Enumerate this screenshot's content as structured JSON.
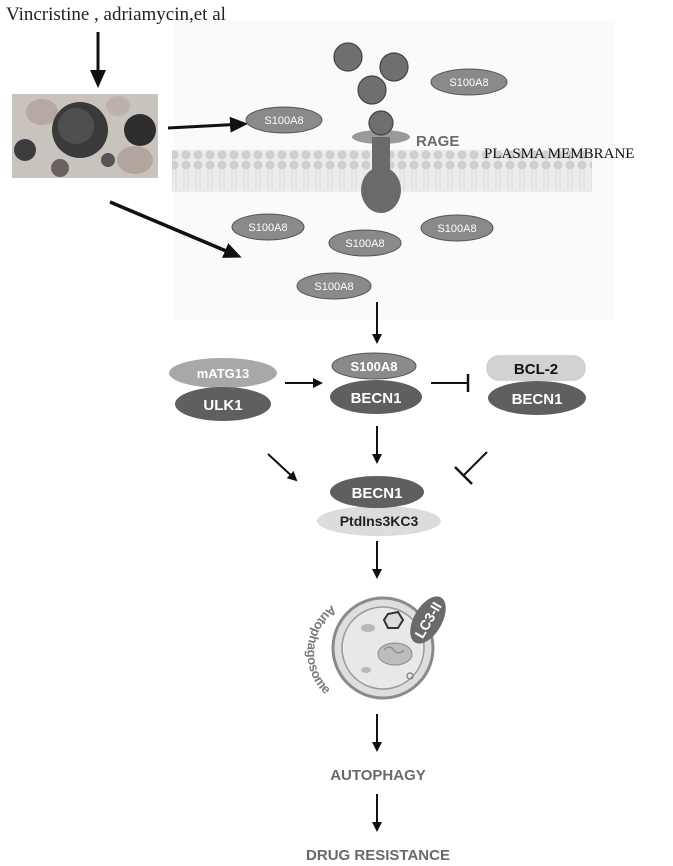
{
  "diagram": {
    "drug_label": "Vincristine , adriamycin,et al",
    "membrane_label": "PLASMA MEMBRANE",
    "receptor_label": "RAGE",
    "extracellular_s100a8": [
      "S100A8",
      "S100A8"
    ],
    "intracellular_s100a8": [
      "S100A8",
      "S100A8",
      "S100A8",
      "S100A8"
    ],
    "ulk_complex": {
      "top": "mATG13",
      "bottom": "ULK1"
    },
    "s100a8_becn1_complex": {
      "top": "S100A8",
      "bottom": "BECN1"
    },
    "bcl2_complex": {
      "top": "BCL-2",
      "bottom": "BECN1"
    },
    "pi3k_complex": {
      "top": "BECN1",
      "bottom": "PtdIns3KC3"
    },
    "autophagosome_label": "Autophagosome",
    "lc3_label": "LC3-II",
    "autophagy_label": "AUTOPHAGY",
    "resistance_label": "DRUG RESISTANCE"
  },
  "colors": {
    "dark_oval": "#5f5f5f",
    "mid_oval": "#8a8a8a",
    "light_oval": "#cfcfcf",
    "membrane": "#e3e3e3",
    "text_gray": "#6a6a6a"
  }
}
